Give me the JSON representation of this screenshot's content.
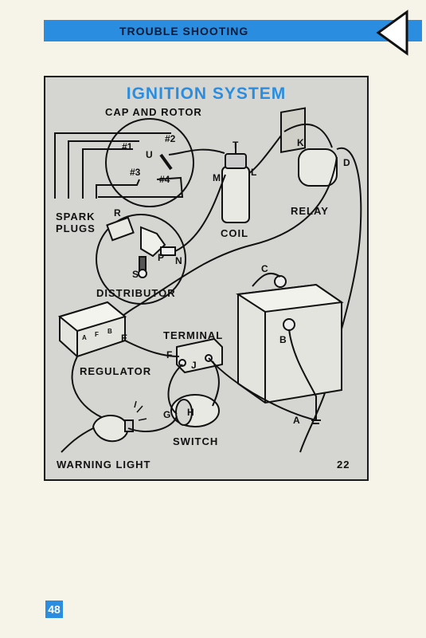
{
  "header": {
    "title": "TROUBLE SHOOTING"
  },
  "figure": {
    "title": "IGNITION SYSTEM",
    "number": "22",
    "labels": {
      "cap_rotor": "CAP AND ROTOR",
      "spark_plugs_1": "SPARK",
      "spark_plugs_2": "PLUGS",
      "coil": "COIL",
      "relay": "RELAY",
      "distributor": "DISTRIBUTOR",
      "terminal": "TERMINAL",
      "regulator": "REGULATOR",
      "switch": "SWITCH",
      "warning_light": "WARNING LIGHT"
    },
    "pins": {
      "p1": "#1",
      "p2": "#2",
      "p3": "#3",
      "p4": "#4",
      "U": "U",
      "T": "T",
      "M": "M",
      "L": "L",
      "K": "K",
      "D": "D",
      "R": "R",
      "P": "P",
      "N": "N",
      "S": "S",
      "C": "C",
      "B": "B",
      "A": "A",
      "E": "E",
      "F": "F",
      "J": "J",
      "G": "G",
      "H": "H",
      "reg_a": "A",
      "reg_f": "F",
      "reg_b": "B"
    }
  },
  "footer": {
    "page_number": "48"
  }
}
